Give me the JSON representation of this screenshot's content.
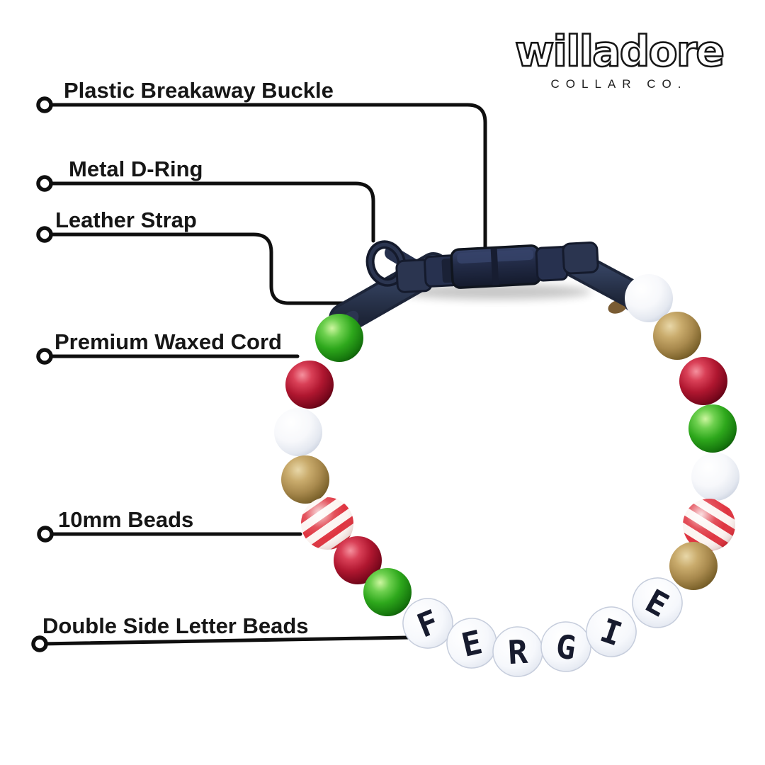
{
  "brand": {
    "name": "willadore",
    "tagline": "COLLAR CO."
  },
  "callouts": [
    {
      "label": "Plastic Breakaway Buckle"
    },
    {
      "label": "Metal D-Ring"
    },
    {
      "label": "Leather Strap"
    },
    {
      "label": "Premium Waxed Cord"
    },
    {
      "label": "10mm Beads"
    },
    {
      "label": "Double Side Letter Beads"
    }
  ],
  "collar": {
    "pet_name": "FERGIE",
    "letter_beads": [
      "F",
      "E",
      "R",
      "G",
      "I",
      "E"
    ],
    "left_beads": [
      "green",
      "red",
      "white",
      "gold",
      "candy-stripe",
      "red",
      "green"
    ],
    "right_beads": [
      "white",
      "gold",
      "red",
      "green",
      "white",
      "candy-stripe",
      "gold"
    ],
    "bead_size_label": "10mm"
  },
  "palette": {
    "line_black": "#0f0f0f",
    "label_text": "#161616",
    "strap_navy": "#2e3a55",
    "buckle_navy": "#232c48",
    "bead_green": "#2ea81c",
    "bead_red": "#b01730",
    "bead_white": "#f2f4f8",
    "bead_gold": "#a8894d",
    "stripe_red": "#df3440",
    "letter_ink": "#171b2e"
  }
}
